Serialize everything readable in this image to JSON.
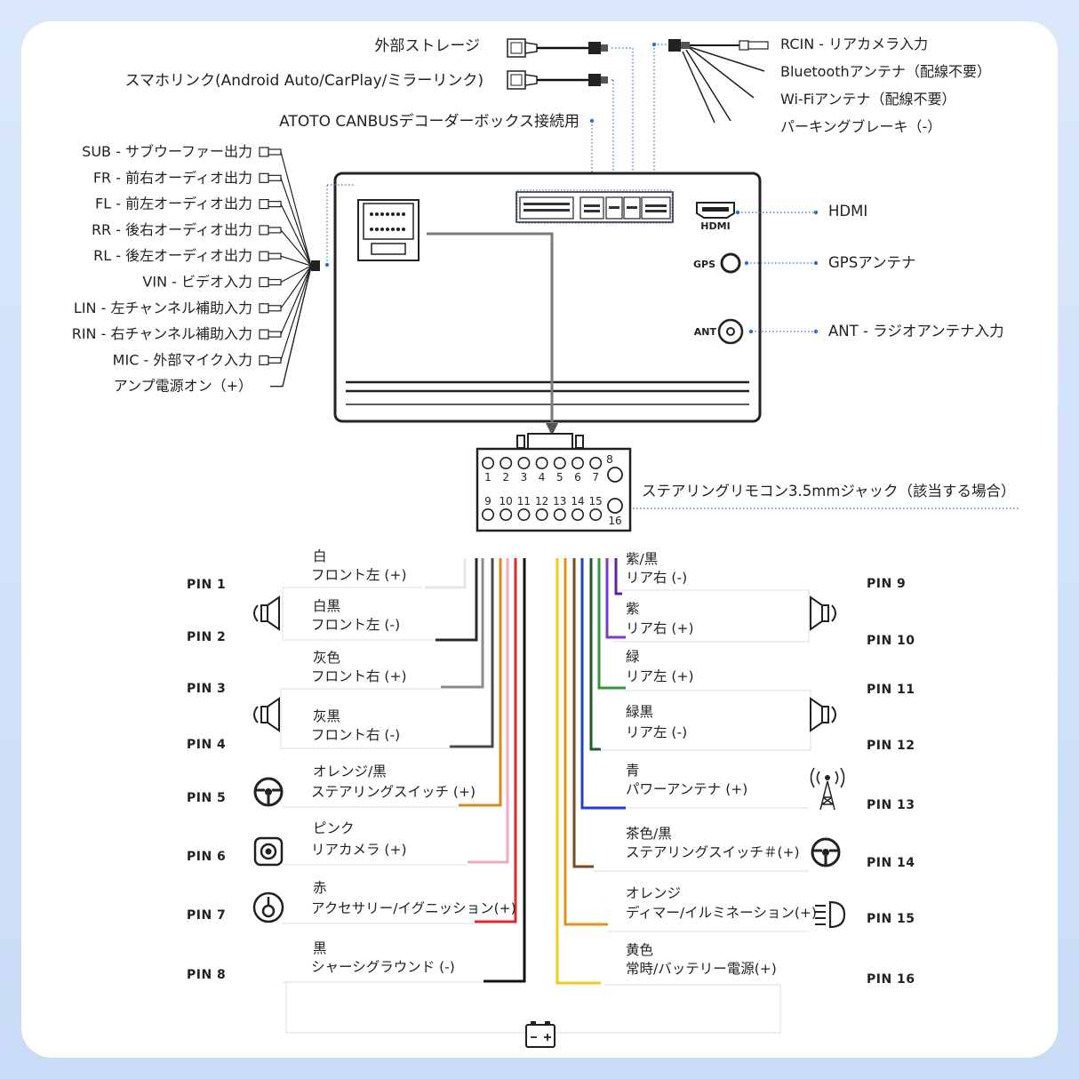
{
  "top_labels": {
    "external_storage": "外部ストレージ",
    "smartphone_link": "スマホリンク(Android Auto/CarPlay/ミラーリンク)",
    "canbus": "ATOTO CANBUSデコーダーボックス接続用",
    "rcin": "RCIN - リアカメラ入力",
    "bluetooth": "Bluetoothアンテナ（配線不要）",
    "wifi": "Wi-Fiアンテナ（配線不要）",
    "parking": "パーキングブレーキ（-）"
  },
  "left_labels": [
    "SUB - サブウーファー出力",
    "FR - 前右オーディオ出力",
    "FL - 前左オーディオ出力",
    "RR - 後右オーディオ出力",
    "RL - 後左オーディオ出力",
    "VIN - ビデオ入力",
    "LIN - 左チャンネル補助入力",
    "RIN - 右チャンネル補助入力",
    "MIC - 外部マイク入力",
    "アンプ電源オン（+）"
  ],
  "right_labels": {
    "hdmi": "HDMI",
    "gps": "GPSアンテナ",
    "ant": "ANT - ラジオアンテナ入力"
  },
  "unit_labels": {
    "hdmi": "HDMI",
    "gps": "GPS",
    "ant": "ANT"
  },
  "steering": {
    "label": "ステアリングリモコン3.5mmジャック（該当する場合）",
    "top_numbers": [
      "1",
      "2",
      "3",
      "4",
      "5",
      "6",
      "7"
    ],
    "top_extra": "8",
    "bottom_numbers": [
      "9",
      "10",
      "11",
      "12",
      "13",
      "14",
      "15"
    ],
    "bottom_extra": "16"
  },
  "left_pins": [
    {
      "pin": "PIN 1",
      "color": "白",
      "func": "フロント左 (+)",
      "wire": "#e6e6e6",
      "icon": "speaker-icon"
    },
    {
      "pin": "PIN 2",
      "color": "白黒",
      "func": "フロント左 (-)",
      "wire": "#2a2a2a",
      "icon": ""
    },
    {
      "pin": "PIN 3",
      "color": "灰色",
      "func": "フロント右 (+)",
      "wire": "#8c8c8c",
      "icon": "speaker-icon"
    },
    {
      "pin": "PIN 4",
      "color": "灰黒",
      "func": "フロント右 (-)",
      "wire": "#4a4a4a",
      "icon": ""
    },
    {
      "pin": "PIN 5",
      "color": "オレンジ/黒",
      "func": "ステアリングスイッチ (+)",
      "wire": "#d9881e",
      "icon": "steering-wheel-icon"
    },
    {
      "pin": "PIN 6",
      "color": "ピンク",
      "func": "リアカメラ (+)",
      "wire": "#f0a8c0",
      "icon": "camera-icon"
    },
    {
      "pin": "PIN 7",
      "color": "赤",
      "func": "アクセサリー/イグニッション(+)",
      "wire": "#e0282a",
      "icon": "ignition-key-icon"
    },
    {
      "pin": "PIN 8",
      "color": "黒",
      "func": "シャーシグラウンド (-)",
      "wire": "#111111",
      "icon": ""
    }
  ],
  "right_pins": [
    {
      "pin": "PIN 9",
      "color": "紫/黒",
      "func": "リア右 (-)",
      "wire": "#5b1fa8",
      "icon": "speaker-icon"
    },
    {
      "pin": "PIN 10",
      "color": "紫",
      "func": "リア右 (+)",
      "wire": "#7a3ad0",
      "icon": ""
    },
    {
      "pin": "PIN 11",
      "color": "緑",
      "func": "リア左 (+)",
      "wire": "#2f9a3a",
      "icon": "speaker-icon"
    },
    {
      "pin": "PIN 12",
      "color": "緑黒",
      "func": "リア左 (-)",
      "wire": "#1e5e26",
      "icon": ""
    },
    {
      "pin": "PIN 13",
      "color": "青",
      "func": "パワーアンテナ (+)",
      "wire": "#2340c8",
      "icon": "antenna-tower-icon"
    },
    {
      "pin": "PIN 14",
      "color": "茶色/黒",
      "func": "ステアリングスイッチ＃(+)",
      "wire": "#7a4a22",
      "icon": "steering-wheel-icon"
    },
    {
      "pin": "PIN 15",
      "color": "オレンジ",
      "func": "ディマー/イルミネーション(+)",
      "wire": "#e0901e",
      "icon": "headlight-icon"
    },
    {
      "pin": "PIN 16",
      "color": "黄色",
      "func": "常時/バッテリー電源(+)",
      "wire": "#f2cc14",
      "icon": "battery-icon"
    }
  ],
  "colors": {
    "dotted_line": "#2f6fd6",
    "background": "#cfe0f8",
    "card": "#ffffff"
  }
}
